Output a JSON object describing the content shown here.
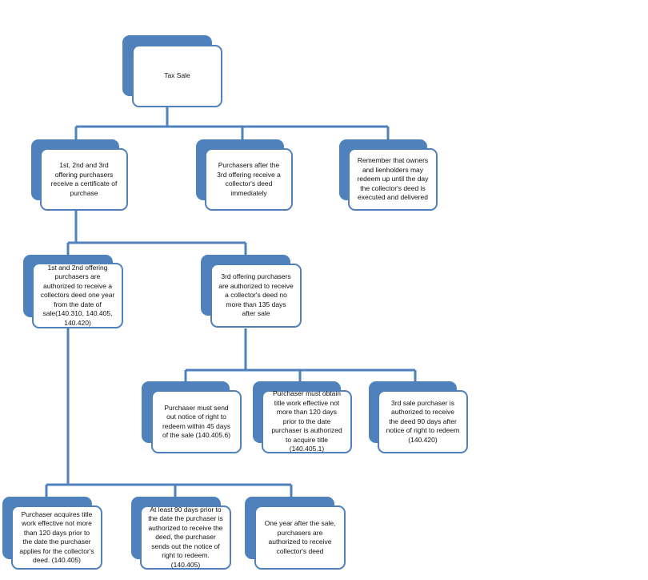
{
  "colors": {
    "accent": "#4f81bd",
    "connector": "#4f81bd"
  },
  "nodes": {
    "root": "Tax Sale",
    "offer123": "1st, 2nd and 3rd offering purchasers receive a certificate of purchase",
    "after3rd": "Purchasers after the 3rd offering receive a collector's deed immediately",
    "remember": "Remember that owners and lienholders may redeem up until the day the collector's deed is executed and delivered",
    "offer12": "1st and 2nd offering purchasers are authorized to receive a collectors deed one year from the date of sale(140.310, 140.405, 140.420)",
    "offer3": "3rd offering purchasers are authorized to receive a collector's deed no more than 135 days after sale",
    "sendNotice": "Purchaser must send out notice of right to redeem within 45 days of the sale (140.405.6)",
    "obtainTitle": "Purchaser must obtain title work effective not more than 120 days prior to the date purchaser is authorized to acquire title (140.405.1)",
    "thirdSale": "3rd sale purchaser is authorized to receive the deed 90 days after notice of right to redeem (140.420)",
    "acquireTitle": "Purchaser acquires title work effective not more than 120 days prior to the date the purchaser applies for the collector's deed. (140.405)",
    "ninetyDays": "At least 90 days prior to the date the purchaser is authorized to receive the deed, the purchaser sends out the notice of right to redeem. (140.405)",
    "oneYear": "One year after the sale, purchasers are authorized to receive collector's deed"
  }
}
